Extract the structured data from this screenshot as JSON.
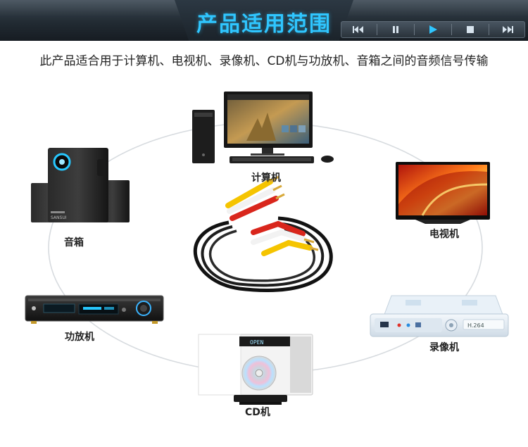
{
  "header": {
    "title": "产品适用范围",
    "controls": [
      {
        "icon": "rewind-icon"
      },
      {
        "icon": "pause-icon"
      },
      {
        "icon": "play-icon"
      },
      {
        "icon": "stop-icon"
      },
      {
        "icon": "fast-forward-icon"
      }
    ],
    "title_color": "#2fc6ff"
  },
  "subtitle": "此产品适合用于计算机、电视机、录像机、CD机与功放机、音箱之间的音频信号传输",
  "devices": {
    "computer": "计算机",
    "tv": "电视机",
    "recorder": "录像机",
    "cd_player": "CD机",
    "amplifier": "功放机",
    "speakers": "音箱"
  },
  "device_text": {
    "cd_display": "OPEN",
    "recorder_badge": "H.264",
    "speaker_brand": "SANSUI"
  },
  "cable_colors": {
    "red": "#d9261c",
    "white": "#f2f2f2",
    "yellow": "#f5c400",
    "gold": "#d8a93a"
  }
}
